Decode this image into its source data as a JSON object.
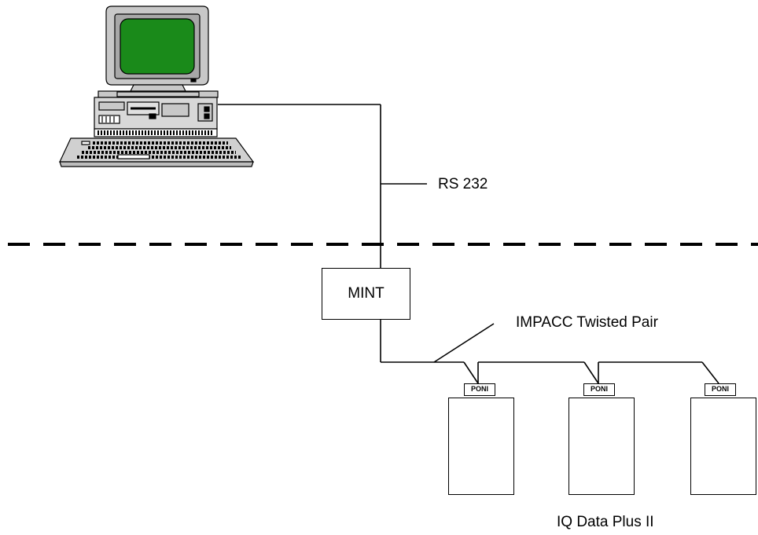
{
  "labels": {
    "rs232": "RS 232",
    "impacc": "IMPACC Twisted Pair",
    "mint": "MINT",
    "device_group": "IQ Data Plus II"
  },
  "poni_units": [
    "PONI",
    "PONI",
    "PONI"
  ],
  "icons": {
    "computer": "desktop-computer-icon"
  },
  "colors": {
    "screen": "#1a8a1a",
    "casing": "#c8c8c8",
    "line": "#000000"
  }
}
